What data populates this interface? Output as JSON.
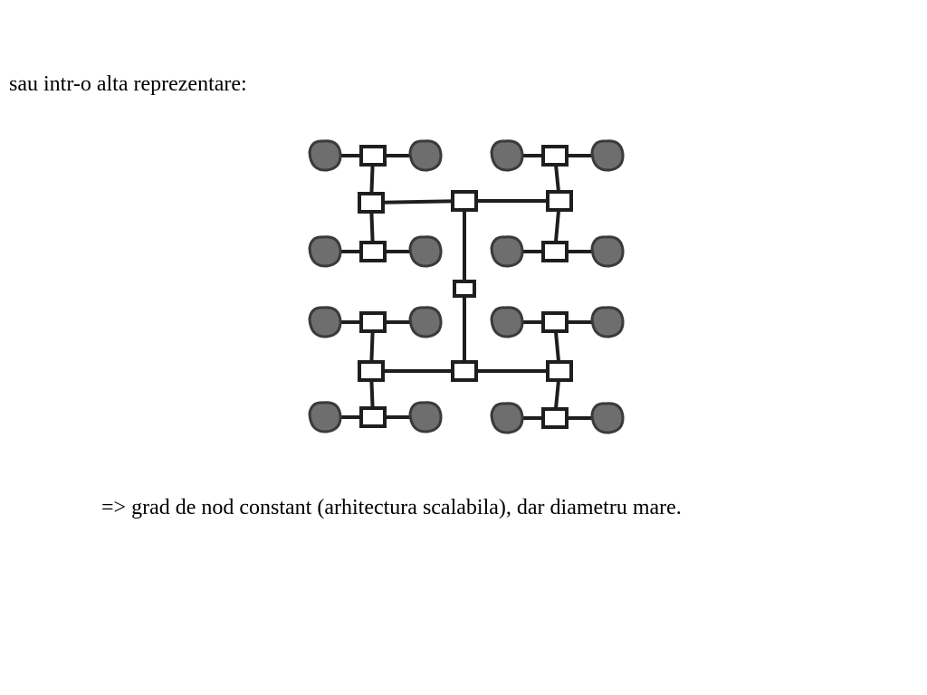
{
  "slide": {
    "intro": "sau intr-o alta reprezentare:",
    "conclusion": "=> grad de nod constant (arhitectura scalabila), dar diametru mare."
  },
  "diagram": {
    "description_free": true,
    "colors": {
      "line": "#1e1e1e",
      "switch_fill": "#ffffff",
      "processor_fill": "#6e6e6e",
      "processor_stroke": "#3a3a3a"
    },
    "nodes": [
      {
        "id": "root",
        "kind": "switch",
        "level": 0
      },
      {
        "id": "s-top",
        "kind": "switch",
        "level": 1
      },
      {
        "id": "s-bottom",
        "kind": "switch",
        "level": 1
      },
      {
        "id": "s-tl",
        "kind": "switch",
        "level": 2
      },
      {
        "id": "s-tr",
        "kind": "switch",
        "level": 2
      },
      {
        "id": "s-bl",
        "kind": "switch",
        "level": 2
      },
      {
        "id": "s-br",
        "kind": "switch",
        "level": 2
      },
      {
        "id": "s-tl-a",
        "kind": "switch",
        "level": 3
      },
      {
        "id": "s-tl-b",
        "kind": "switch",
        "level": 3
      },
      {
        "id": "s-tr-a",
        "kind": "switch",
        "level": 3
      },
      {
        "id": "s-tr-b",
        "kind": "switch",
        "level": 3
      },
      {
        "id": "s-bl-a",
        "kind": "switch",
        "level": 3
      },
      {
        "id": "s-bl-b",
        "kind": "switch",
        "level": 3
      },
      {
        "id": "s-br-a",
        "kind": "switch",
        "level": 3
      },
      {
        "id": "s-br-b",
        "kind": "switch",
        "level": 3
      }
    ],
    "processors_per_leaf_switch": 2,
    "leaf_switch_count": 8
  }
}
